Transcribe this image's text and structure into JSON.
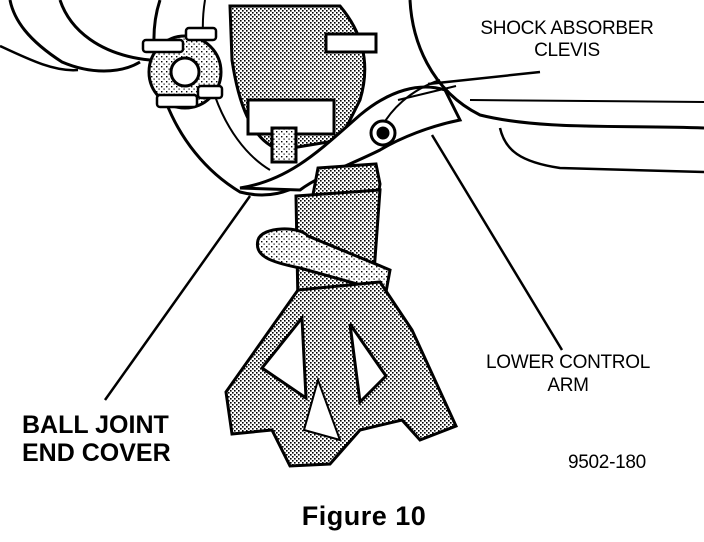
{
  "labels": {
    "shock_absorber_clevis": [
      "SHOCK ABSORBER",
      "CLEVIS"
    ],
    "lower_control_arm": [
      "LOWER CONTROL",
      "ARM"
    ],
    "ball_joint_end_cover": [
      "BALL JOINT",
      "END COVER"
    ],
    "part_number": "9502-180",
    "caption": "Figure 10"
  },
  "colors": {
    "ink": "#000000",
    "paper": "#ffffff",
    "shade": "#888888"
  }
}
